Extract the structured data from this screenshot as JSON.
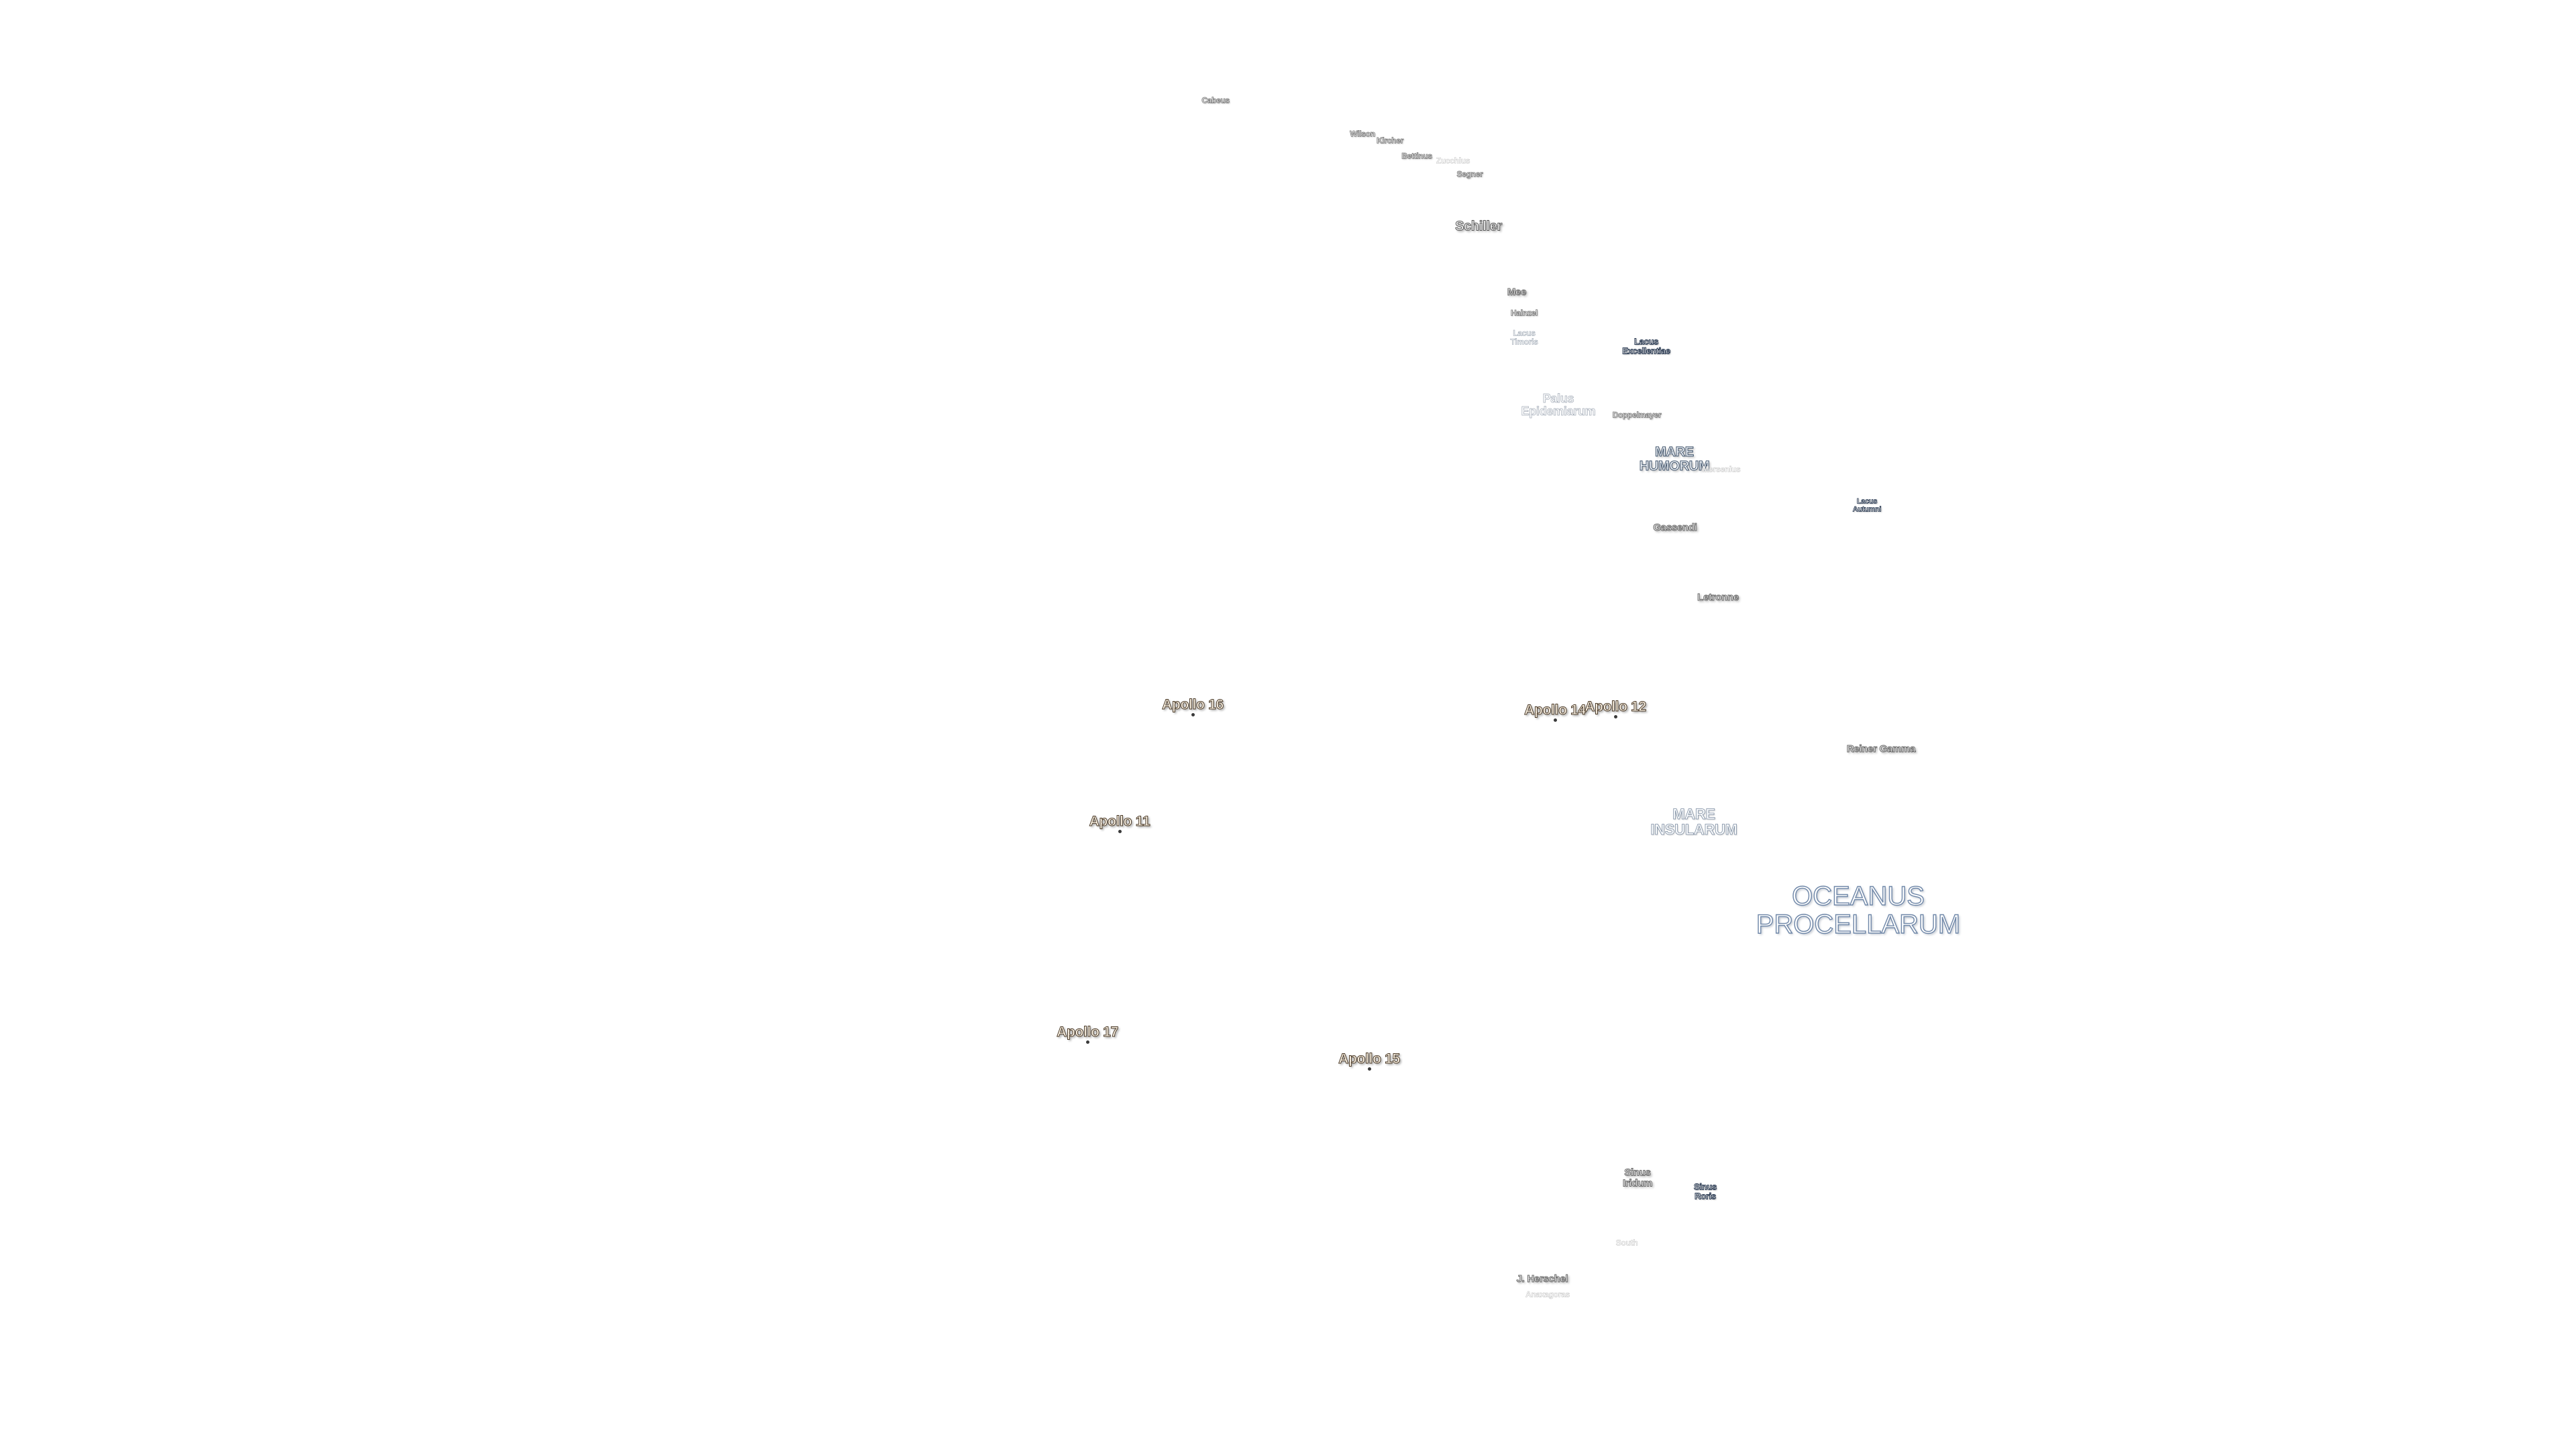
{
  "map": {
    "labels": {
      "cabeus": "Cabeus",
      "wilson": "Wilson",
      "kircher": "Kircher",
      "bettinus": "Bettinus",
      "zucchius": "Zucchius",
      "segner": "Segner",
      "schiller": "Schiller",
      "mee": "Mee",
      "hainzel": "Hainzel",
      "lacus_timoris": "Lacus\nTimoris",
      "lacus_excellentiae": "Lacus\nExcellentiae",
      "palus_epidemiarum": "Palus\nEpidemiarum",
      "doppelmayer": "Doppelmayer",
      "mare_humorum": "MARE\nHUMORUM",
      "mersenius": "Mersenius",
      "lacus_autumni": "Lacus\nAutumni",
      "gassendi": "Gassendi",
      "letronne": "Letronne",
      "apollo_16": "Apollo 16",
      "apollo_14": "Apollo 14",
      "apollo_12": "Apollo 12",
      "reiner_gamma": "Reiner Gamma",
      "apollo_11": "Apollo 11",
      "mare_insularum": "MARE\nINSULARUM",
      "oceanus_procellarum": "OCEANUS\nPROCELLARUM",
      "apollo_17": "Apollo 17",
      "apollo_15": "Apollo 15",
      "sinus_iridum": "Sinus\nIridum",
      "sinus_roris": "Sinus\nRoris",
      "south": "South",
      "j_herschel": "J. Herschel",
      "anaxagoras": "Anaxagoras"
    }
  }
}
